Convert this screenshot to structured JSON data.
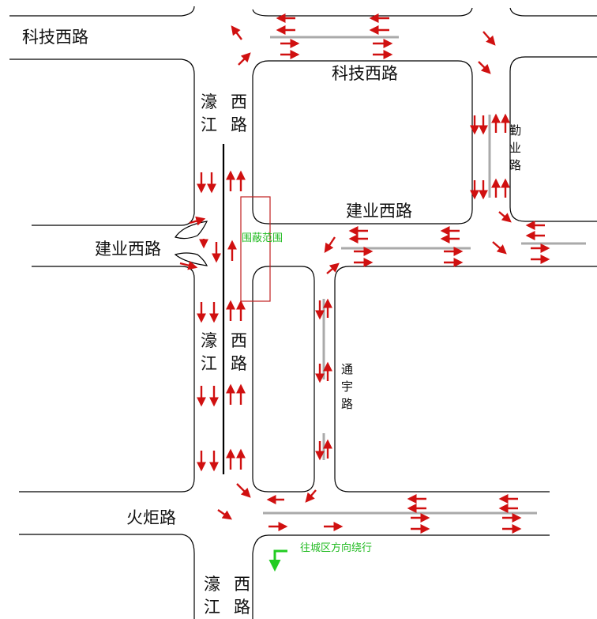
{
  "roads": {
    "keji_xilu_left": "科技西路",
    "keji_xilu_center": "科技西路",
    "haojiang_xilu_top_a": "濠",
    "haojiang_xilu_top_b": "西",
    "haojiang_xilu_top_c": "江",
    "haojiang_xilu_top_d": "路",
    "haojiang_xilu_mid_a": "濠",
    "haojiang_xilu_mid_b": "西",
    "haojiang_xilu_mid_c": "江",
    "haojiang_xilu_mid_d": "路",
    "haojiang_xilu_bot_a": "濠",
    "haojiang_xilu_bot_b": "西",
    "haojiang_xilu_bot_c": "江",
    "haojiang_xilu_bot_d": "路",
    "jianye_xilu_left": "建业西路",
    "jianye_xilu_center": "建业西路",
    "qinye_lu_1": "勤",
    "qinye_lu_2": "业",
    "qinye_lu_3": "路",
    "tongyu_lu_1": "通",
    "tongyu_lu_2": "宇",
    "tongyu_lu_3": "路",
    "huoju_lu": "火炬路"
  },
  "annotations": {
    "enclosure_label": "围蔽范围",
    "detour_label": "往城区方向绕行"
  },
  "colors": {
    "road_edge": "#000000",
    "arrow": "#d01010",
    "lane_divider": "#aaaaaa",
    "enclosure": "#c02020",
    "annotation_text": "#22bb22",
    "detour_arrow": "#22cc22"
  },
  "icons": {
    "traffic_arrow": "red-direction-arrow",
    "detour_arrow": "green-turn-arrow"
  }
}
